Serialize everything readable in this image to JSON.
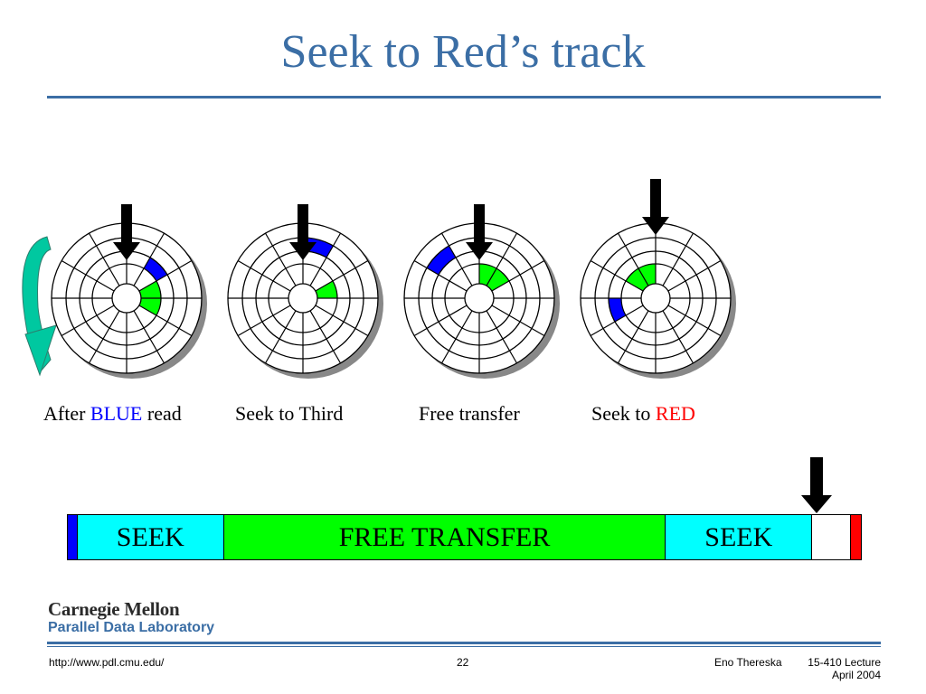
{
  "title": "Seek to Red’s track",
  "colors": {
    "title": "#3b6ea5",
    "blue": "#0000ff",
    "red": "#ff0000",
    "green": "#00ff00",
    "cyan": "#00ffff",
    "curved_arrow": "#00c8a0"
  },
  "disks": [
    {
      "caption_pre": "After ",
      "caption_hl": "BLUE",
      "caption_hl_color": "blue",
      "caption_post": " read",
      "sectors": [
        {
          "ring": 1,
          "sector": 1,
          "color": "blue"
        },
        {
          "ring": 0,
          "sector": 2,
          "color": "green"
        },
        {
          "ring": 0,
          "sector": 3,
          "color": "green"
        },
        {
          "ring": 4,
          "sector": 7,
          "color": "red"
        }
      ]
    },
    {
      "caption_pre": "Seek to Third",
      "caption_hl": "",
      "caption_hl_color": "",
      "caption_post": "",
      "sectors": [
        {
          "ring": 2,
          "sector": 0,
          "color": "blue"
        },
        {
          "ring": 0,
          "sector": 2,
          "color": "green"
        },
        {
          "ring": 4,
          "sector": 6,
          "color": "red"
        }
      ]
    },
    {
      "caption_pre": "Free transfer",
      "caption_hl": "",
      "caption_hl_color": "",
      "caption_post": "",
      "sectors": [
        {
          "ring": 0,
          "sector": 0,
          "color": "green"
        },
        {
          "ring": 0,
          "sector": 1,
          "color": "green"
        },
        {
          "ring": 2,
          "sector": 10,
          "color": "blue"
        },
        {
          "ring": 4,
          "sector": 3,
          "color": "red"
        }
      ]
    },
    {
      "caption_pre": "Seek to ",
      "caption_hl": "RED",
      "caption_hl_color": "red",
      "caption_post": "",
      "sectors": [
        {
          "ring": 0,
          "sector": 10,
          "color": "green"
        },
        {
          "ring": 0,
          "sector": 11,
          "color": "green"
        },
        {
          "ring": 1,
          "sector": 8,
          "color": "blue"
        },
        {
          "ring": 4,
          "sector": 2,
          "color": "red"
        }
      ]
    }
  ],
  "timeline": [
    {
      "label": "",
      "color": "blue",
      "share": 0.013
    },
    {
      "label": "SEEK",
      "color": "cyan",
      "share": 0.184
    },
    {
      "label": "FREE TRANSFER",
      "color": "green",
      "share": 0.557
    },
    {
      "label": "SEEK",
      "color": "cyan",
      "share": 0.184
    },
    {
      "label": "",
      "color": "white",
      "share": 0.049
    },
    {
      "label": "",
      "color": "red",
      "share": 0.013
    }
  ],
  "logo": {
    "line1": "Carnegie Mellon",
    "line2": "Parallel Data Laboratory"
  },
  "footer": {
    "url": "http://www.pdl.cmu.edu/",
    "page": "22",
    "author": "Eno Thereska",
    "course": "15-410 Lecture",
    "date": "April 2004"
  }
}
